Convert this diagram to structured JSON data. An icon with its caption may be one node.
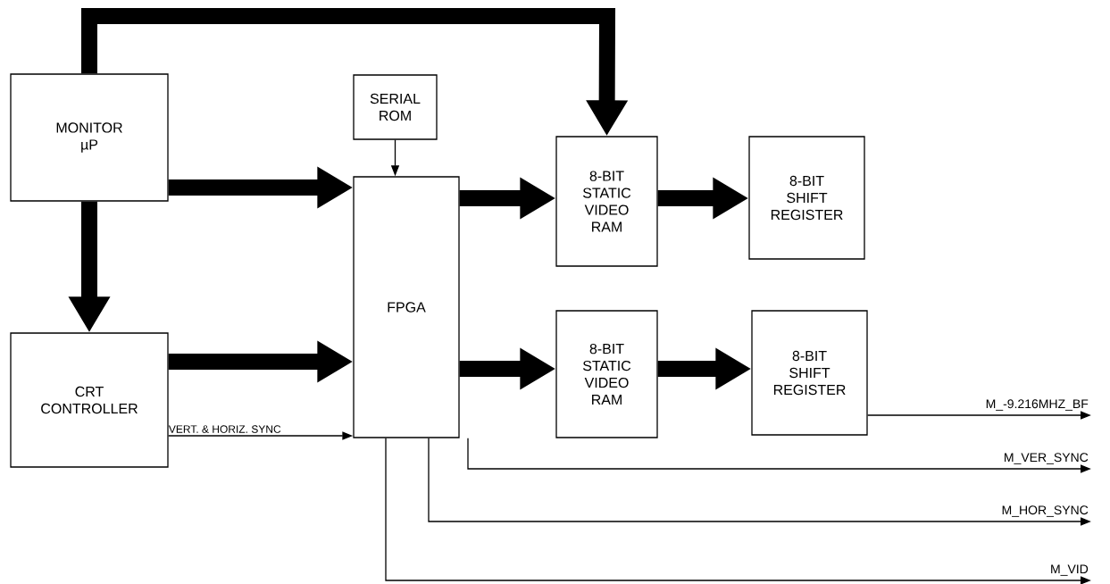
{
  "diagram": {
    "nodes": [
      {
        "text": [
          "MONITOR µP"
        ]
      },
      {
        "text": [
          "SERIAL ROM"
        ]
      },
      {
        "text": [
          "FPGA"
        ]
      },
      {
        "text": [
          "8-BIT STATIC VIDEO RAM"
        ]
      },
      {
        "text": [
          "8-BIT SHIFT REGISTER"
        ]
      },
      {
        "text": [
          "CRT CONTROLLER"
        ]
      },
      {
        "text": [
          "8-BIT STATIC VIDEO RAM"
        ]
      },
      {
        "text": [
          "8-BIT SHIFT REGISTER"
        ]
      }
    ],
    "edges": [
      {
        "from": 0,
        "to": 3,
        "arrow": "to"
      },
      {
        "from": 0,
        "to": 2,
        "arrow": "to"
      },
      {
        "from": 0,
        "to": 5,
        "arrow": "to"
      },
      {
        "from": 1,
        "to": 2,
        "arrow": "to"
      },
      {
        "from": 5,
        "to": 2,
        "arrow": "to"
      },
      {
        "from": 5,
        "to": 2,
        "arrow": "to",
        "label": "VERT. & HORIZ. SYNC"
      },
      {
        "from": 2,
        "to": 3,
        "arrow": "to"
      },
      {
        "from": 3,
        "to": 4,
        "arrow": "to"
      },
      {
        "from": 2,
        "to": 6,
        "arrow": "to"
      },
      {
        "from": 6,
        "to": 7,
        "arrow": "to"
      },
      {
        "from": 7,
        "to": null,
        "arrow": "to",
        "label": "M_-9.216MHZ_BF"
      },
      {
        "from": 2,
        "to": null,
        "arrow": "to",
        "label": "M_VER_SYNC"
      },
      {
        "from": 2,
        "to": null,
        "arrow": "to",
        "label": "M_HOR_SYNC"
      },
      {
        "from": 2,
        "to": null,
        "arrow": "to",
        "label": "M_VID"
      }
    ]
  }
}
